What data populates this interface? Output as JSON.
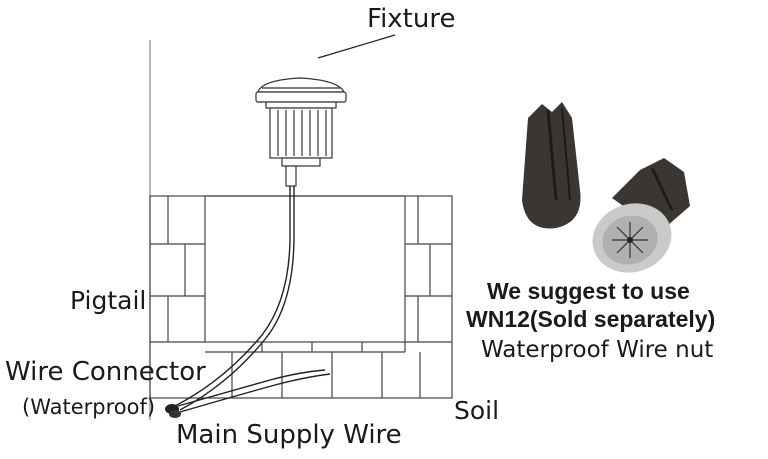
{
  "labels": {
    "fixture": "Fixture",
    "pigtail": "Pigtail",
    "wire_connector": "Wire Connector",
    "waterproof": "(Waterproof)",
    "soil": "Soil",
    "main_supply_wire": "Main Supply Wire"
  },
  "suggestion": {
    "line1": "We suggest to use",
    "line2": "WN12(Sold separately)",
    "line3": "Waterproof Wire nut"
  },
  "colors": {
    "line": "#2a2a2a",
    "nut_body": "#3b3632",
    "nut_cap": "#c9cbca"
  },
  "icons": [
    "fixture-icon",
    "wire-nut-icon"
  ]
}
